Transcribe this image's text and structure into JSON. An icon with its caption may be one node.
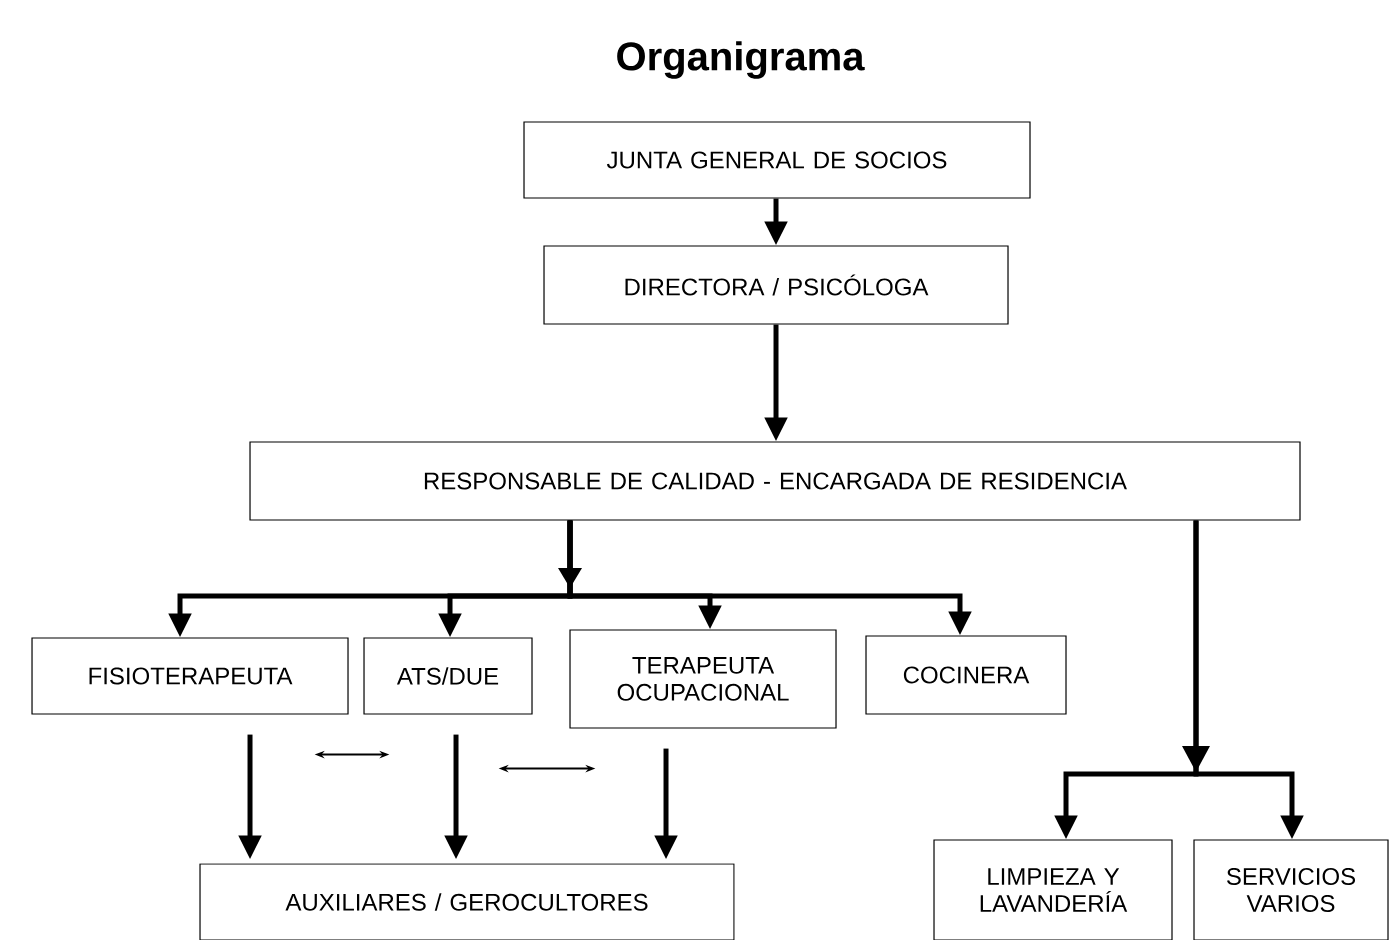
{
  "diagram": {
    "title": "Organigrama",
    "nodes": [
      {
        "text": [
          "JUNTA GENERAL DE SOCIOS"
        ]
      },
      {
        "text": [
          "DIRECTORA / PSICÓLOGA"
        ]
      },
      {
        "text": [
          "RESPONSABLE DE CALIDAD - ENCARGADA DE RESIDENCIA"
        ]
      },
      {
        "text": [
          "FISIOTERAPEUTA"
        ]
      },
      {
        "text": [
          "ATS/DUE"
        ]
      },
      {
        "text": [
          "TERAPEUTA OCUPACIONAL"
        ]
      },
      {
        "text": [
          "COCINERA"
        ]
      },
      {
        "text": [
          "AUXILIARES / GEROCULTORES"
        ]
      },
      {
        "text": [
          "LIMPIEZA Y LAVANDERÍA"
        ]
      },
      {
        "text": [
          "SERVICIOS VARIOS"
        ]
      }
    ],
    "edges": [
      {
        "from": 0,
        "to": 1,
        "arrow": "to"
      },
      {
        "from": 1,
        "to": 2,
        "arrow": "to"
      },
      {
        "from": 2,
        "to": 3,
        "arrow": "to"
      },
      {
        "from": 2,
        "to": 4,
        "arrow": "to"
      },
      {
        "from": 2,
        "to": 5,
        "arrow": "to"
      },
      {
        "from": 2,
        "to": 6,
        "arrow": "to"
      },
      {
        "from": 3,
        "to": 7,
        "arrow": "to"
      },
      {
        "from": 4,
        "to": 7,
        "arrow": "to"
      },
      {
        "from": 5,
        "to": 7,
        "arrow": "to"
      },
      {
        "from": 3,
        "to": 4,
        "arrow": "both"
      },
      {
        "from": 4,
        "to": 5,
        "arrow": "both"
      },
      {
        "from": 2,
        "to": 8,
        "arrow": "to"
      },
      {
        "from": 2,
        "to": 9,
        "arrow": "to"
      }
    ]
  }
}
